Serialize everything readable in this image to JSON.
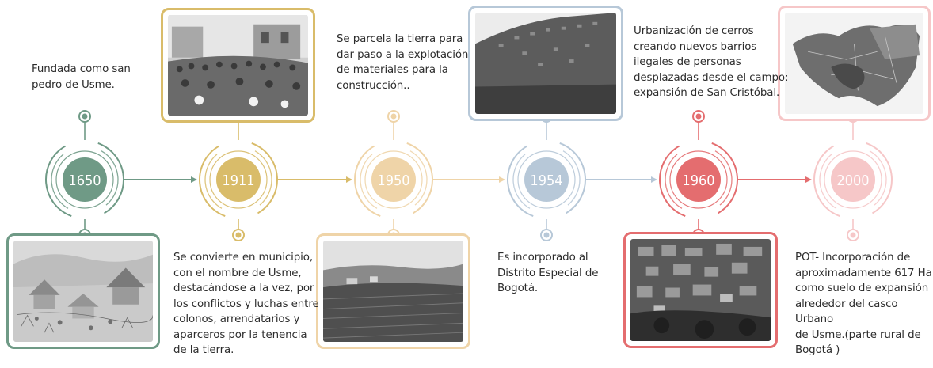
{
  "timeline": {
    "events": [
      {
        "year": "1650",
        "color": "#6f9a86",
        "description": "Fundada como san\npedro de Usme.",
        "image": "sketch-indigenous-village"
      },
      {
        "year": "1911",
        "color": "#d9bc6a",
        "description": "Se convierte en municipio,\ncon el nombre de Usme,\ndestacándose a la vez, por\nlos conflictos y luchas entre\ncolonos, arrendatarios y\naparceros por la tenencia\nde la tierra.",
        "image": "crowd-plaza-photo"
      },
      {
        "year": "1950",
        "color": "#efd4a8",
        "description": "Se parcela la tierra para\ndar paso a la explotación\nde materiales para la\nconstrucción..",
        "image": "farmland-photo"
      },
      {
        "year": "1954",
        "color": "#b7c8d8",
        "description": "Es incorporado al\nDistrito Especial de\nBogotá.",
        "image": "hillside-city-photo"
      },
      {
        "year": "1960",
        "color": "#e46d6f",
        "description": "Urbanización de cerros\ncreando nuevos barrios\nilegales de personas\ndesplazadas desde el campo:\nexpansión de San Cristóbal.",
        "image": "aerial-neighborhood-photo"
      },
      {
        "year": "2000",
        "color": "#f6c7c8",
        "description": "POT- Incorporación de\naproximadamente 617 Ha\ncomo suelo de expansión\nalrededor del casco Urbano\nde Usme.(parte rural de\nBogotá )",
        "image": "zoning-map"
      }
    ]
  }
}
